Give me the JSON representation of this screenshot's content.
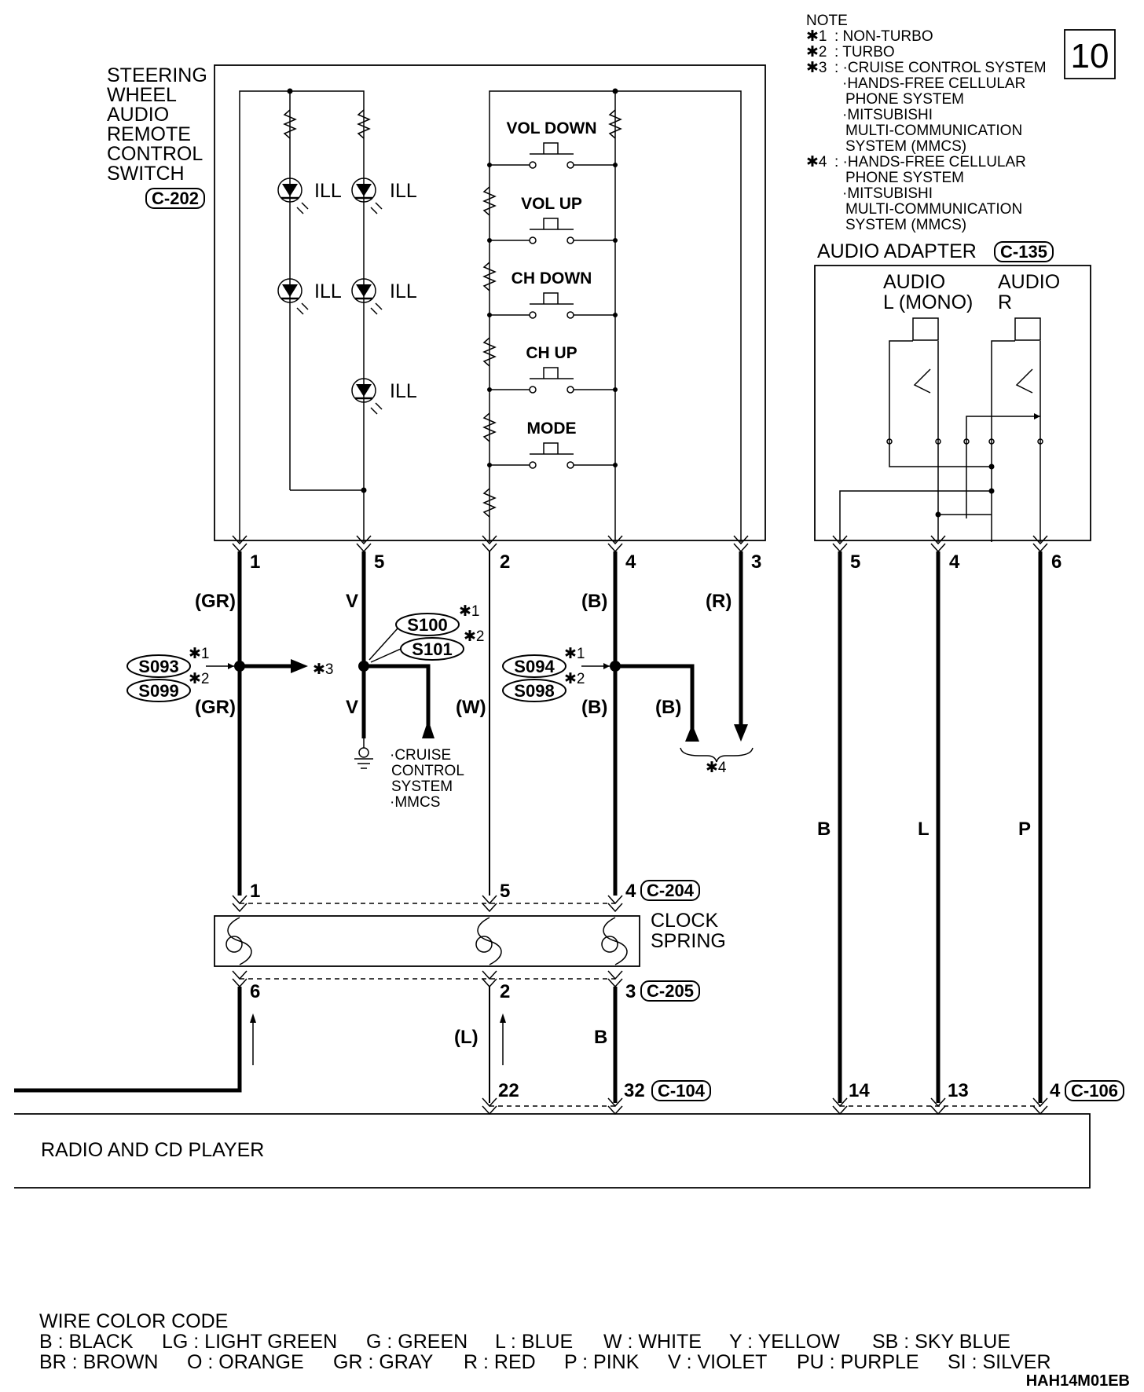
{
  "page_number": "10",
  "notes": {
    "title": "NOTE",
    "lines": [
      {
        "mark": "✱1",
        "text": ": NON-TURBO"
      },
      {
        "mark": "✱2",
        "text": ": TURBO"
      },
      {
        "mark": "✱3",
        "text": ": ·CRUISE CONTROL SYSTEM"
      },
      {
        "mark": "",
        "text": "·HANDS-FREE CELLULAR"
      },
      {
        "mark": "",
        "text": "PHONE SYSTEM"
      },
      {
        "mark": "",
        "text": "·MITSUBISHI"
      },
      {
        "mark": "",
        "text": "MULTI-COMMUNICATION"
      },
      {
        "mark": "",
        "text": "SYSTEM (MMCS)"
      },
      {
        "mark": "✱4",
        "text": ": ·HANDS-FREE CELLULAR"
      },
      {
        "mark": "",
        "text": "PHONE SYSTEM"
      },
      {
        "mark": "",
        "text": "·MITSUBISHI"
      },
      {
        "mark": "",
        "text": "MULTI-COMMUNICATION"
      },
      {
        "mark": "",
        "text": "SYSTEM (MMCS)"
      }
    ]
  },
  "steering_switch": {
    "title_lines": [
      "STEERING",
      "WHEEL",
      "AUDIO",
      "REMOTE",
      "CONTROL",
      "SWITCH"
    ],
    "connector": "C-202",
    "ill_label": "ILL",
    "switches": [
      "VOL DOWN",
      "VOL UP",
      "CH DOWN",
      "CH UP",
      "MODE"
    ],
    "pins": [
      "1",
      "5",
      "2",
      "4",
      "3"
    ]
  },
  "audio_adapter": {
    "title": "AUDIO ADAPTER",
    "connector": "C-135",
    "left_jack": [
      "AUDIO",
      "L (MONO)"
    ],
    "right_jack": [
      "AUDIO",
      "R"
    ],
    "pins": [
      "5",
      "4",
      "6"
    ]
  },
  "wire_colors": {
    "pin1_upper": "(GR)",
    "pin1_lower": "(GR)",
    "pin5_upper": "V",
    "pin5_lower": "V",
    "pin2": "(W)",
    "pin4_upper": "(B)",
    "pin4_lower": "(B)",
    "pin4_branch": "(B)",
    "pin3": "(R)",
    "below_l": "(L)",
    "below_b": "B",
    "adapter_5": "B",
    "adapter_4": "L",
    "adapter_6": "P"
  },
  "splices": {
    "s093": "S093",
    "s099": "S099",
    "s100": "S100",
    "s101": "S101",
    "s094": "S094",
    "s098": "S098"
  },
  "marks": {
    "m1": "✱1",
    "m2": "✱2",
    "m3": "✱3",
    "m4": "✱4"
  },
  "ground_note": [
    "·CRUISE",
    "CONTROL",
    "SYSTEM",
    "·MMCS"
  ],
  "clock_spring": {
    "label_lines": [
      "CLOCK",
      "SPRING"
    ],
    "top_connector": "C-204",
    "top_pins": [
      "1",
      "5",
      "4"
    ],
    "bottom_connector": "C-205",
    "bottom_pins": [
      "6",
      "2",
      "3"
    ]
  },
  "radio": {
    "label": "RADIO AND CD PLAYER",
    "c104_connector": "C-104",
    "c104_pins": [
      "22",
      "32"
    ],
    "c106_connector": "C-106",
    "c106_pins": [
      "14",
      "13",
      "4"
    ]
  },
  "legend": {
    "title": "WIRE COLOR CODE",
    "row1": [
      "B : BLACK",
      "LG : LIGHT GREEN",
      "G : GREEN",
      "L : BLUE",
      "W : WHITE",
      "Y : YELLOW",
      "SB : SKY BLUE"
    ],
    "row2": [
      "BR : BROWN",
      "O : ORANGE",
      "GR : GRAY",
      "R : RED",
      "P : PINK",
      "V : VIOLET",
      "PU : PURPLE",
      "SI : SILVER"
    ]
  },
  "diagram_code": "HAH14M01EB"
}
